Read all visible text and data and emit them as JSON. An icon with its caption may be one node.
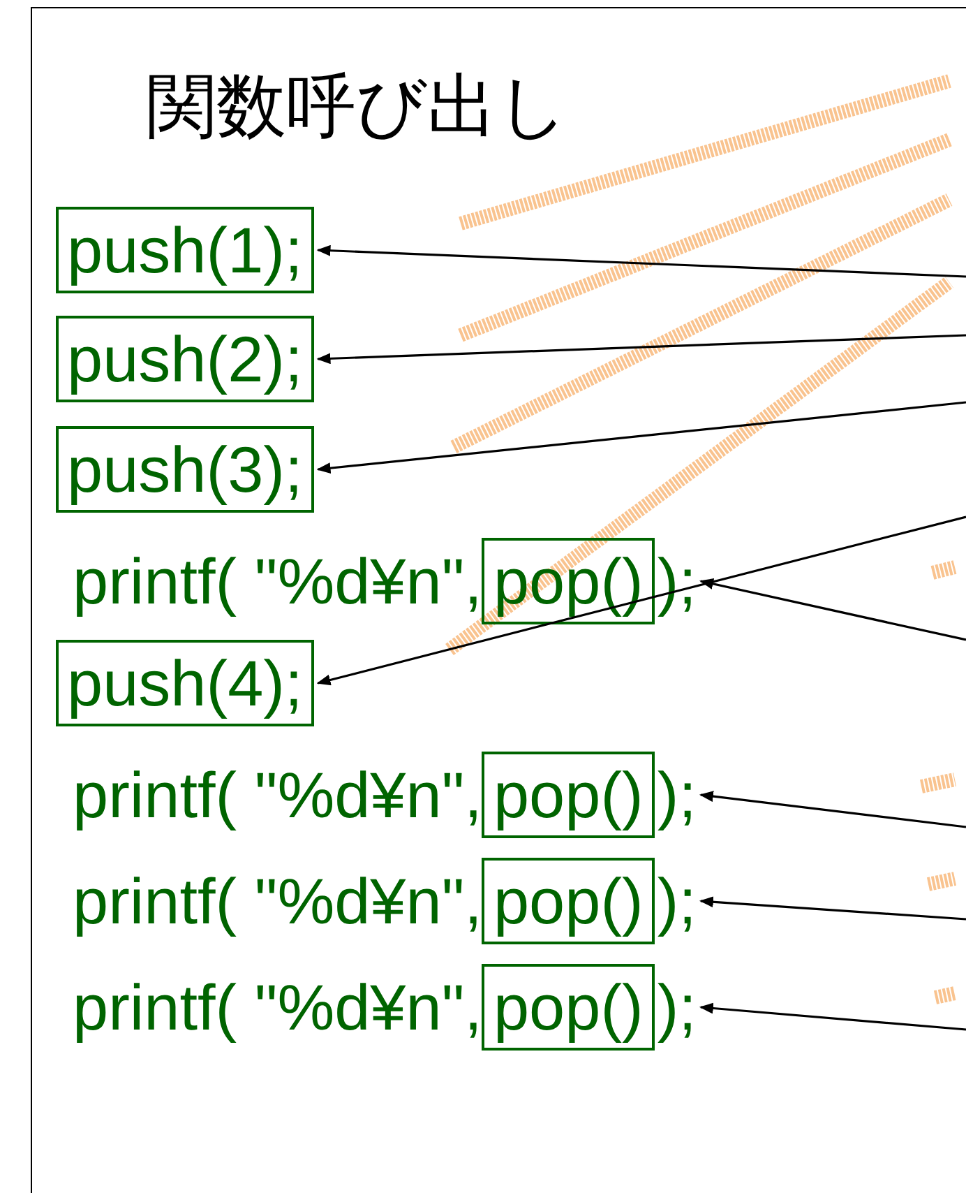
{
  "diagram": {
    "title": "関数呼び出し",
    "nodes": [
      {
        "text": [
          "push(1);"
        ]
      },
      {
        "text": [
          "push(2);"
        ]
      },
      {
        "text": [
          "push(3);"
        ]
      },
      {
        "text": [
          "pop()"
        ]
      },
      {
        "text": [
          ");"
        ]
      },
      {
        "text": [
          "push(4);"
        ]
      },
      {
        "text": [
          "pop()"
        ]
      },
      {
        "text": [
          ");"
        ]
      },
      {
        "text": [
          "pop()"
        ]
      },
      {
        "text": [
          ");"
        ]
      },
      {
        "text": [
          "pop()"
        ]
      },
      {
        "text": [
          ");"
        ]
      }
    ],
    "edges": [
      {
        "from": null,
        "to": 0,
        "arrow": "to"
      },
      {
        "from": null,
        "to": 1,
        "arrow": "to"
      },
      {
        "from": null,
        "to": 2,
        "arrow": "to"
      },
      {
        "from": null,
        "to": 4,
        "arrow": "to"
      },
      {
        "from": null,
        "to": 5,
        "arrow": "to"
      },
      {
        "from": null,
        "to": 7,
        "arrow": "to"
      },
      {
        "from": null,
        "to": 9,
        "arrow": "to"
      },
      {
        "from": null,
        "to": 11,
        "arrow": "to"
      }
    ],
    "labels": [
      "printf( \"%d¥n\",",
      "printf( \"%d¥n\",",
      "printf( \"%d¥n\",",
      "printf( \"%d¥n\","
    ]
  }
}
